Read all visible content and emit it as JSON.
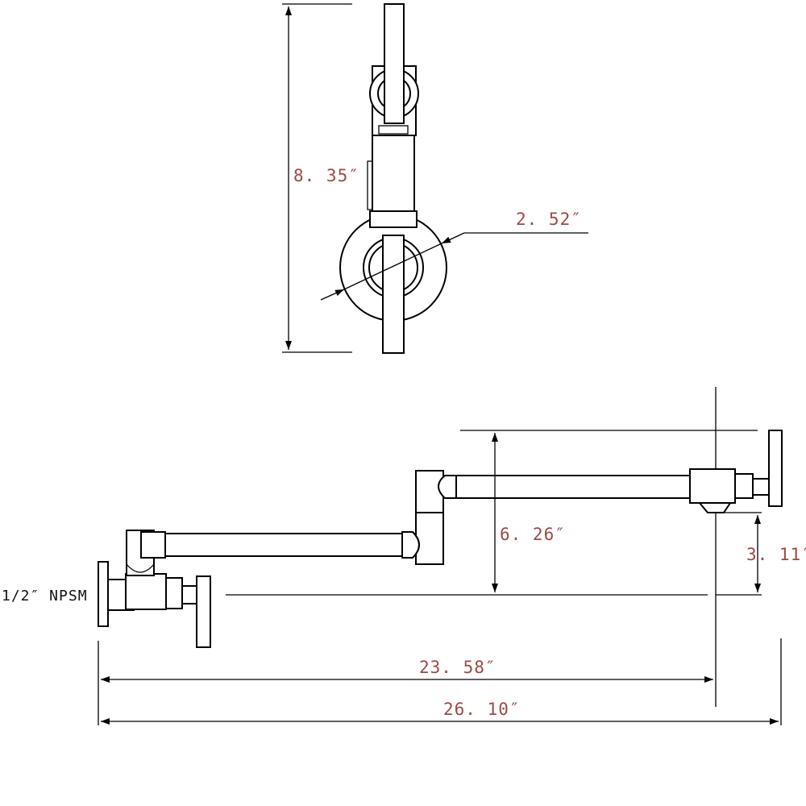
{
  "top_view": {
    "height_dim": "8. 35″",
    "flange_dim": "2. 52″"
  },
  "side_view": {
    "inlet_label": "1/2″ NPSM",
    "rise_dim": "6. 26″",
    "spout_height_dim": "3. 11″",
    "reach_dim": "23. 58″",
    "total_length_dim": "26. 10″"
  }
}
